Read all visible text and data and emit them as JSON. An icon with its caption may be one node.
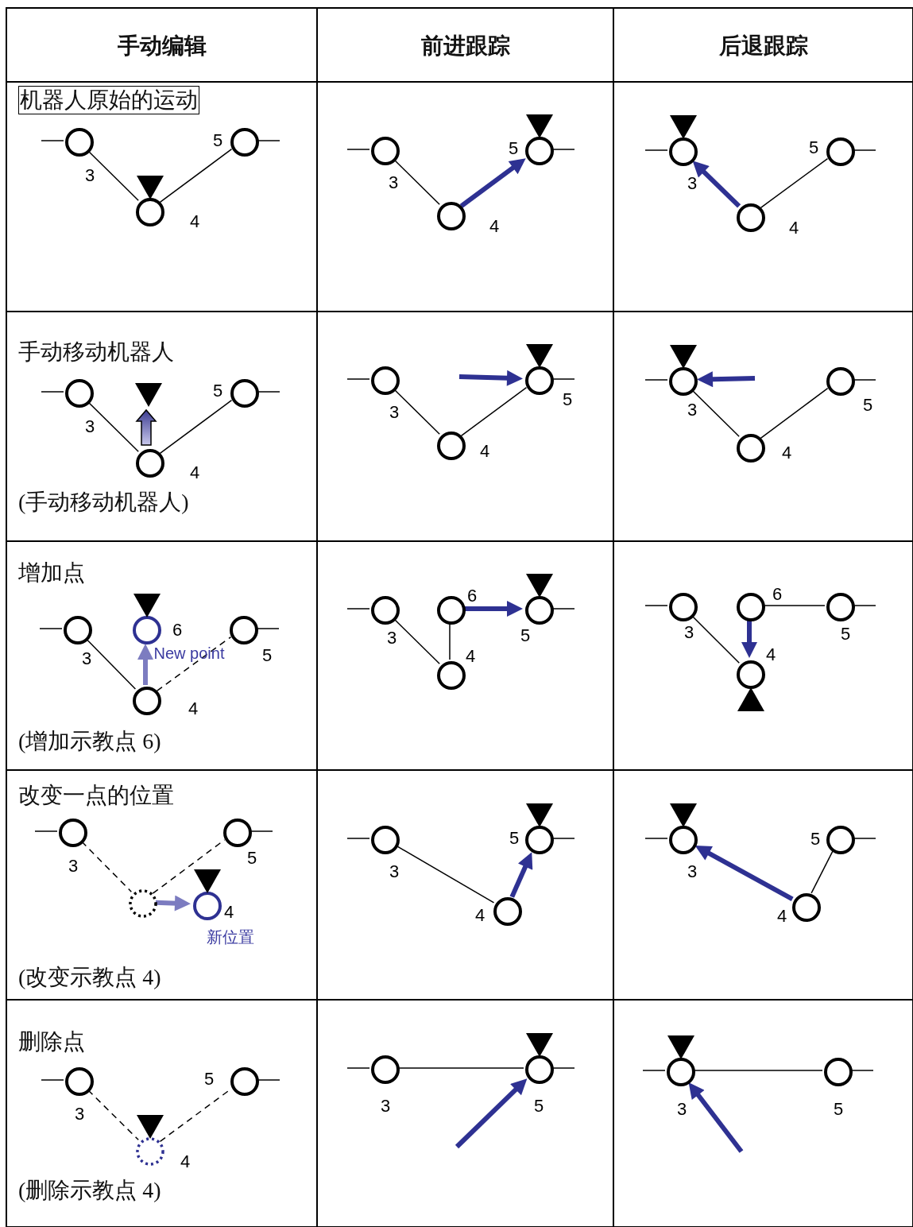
{
  "diagram": {
    "nodes": [
      {
        "text": [
          "手动编辑"
        ]
      },
      {
        "text": [
          "前进跟踪"
        ]
      },
      {
        "text": [
          "后退跟踪"
        ]
      },
      {
        "text": [
          "机器人原始的运动"
        ]
      },
      {
        "text": [],
        "shape": "circle",
        "in": 3,
        "beside": [
          "3"
        ]
      },
      {
        "text": [],
        "shape": "circle",
        "in": 3,
        "beside": [
          "4"
        ]
      },
      {
        "text": [],
        "shape": "circle",
        "in": 3,
        "beside": [
          "5"
        ]
      },
      {
        "text": [],
        "shape": "box"
      },
      {
        "text": [],
        "shape": "circle",
        "in": 7,
        "beside": [
          "3"
        ]
      },
      {
        "text": [],
        "shape": "circle",
        "in": 7,
        "beside": [
          "4"
        ]
      },
      {
        "text": [],
        "shape": "circle",
        "in": 7,
        "beside": [
          "5"
        ]
      },
      {
        "text": [],
        "shape": "box"
      },
      {
        "text": [],
        "shape": "circle",
        "in": 11,
        "beside": [
          "3"
        ]
      },
      {
        "text": [],
        "shape": "circle",
        "in": 11,
        "beside": [
          "4"
        ]
      },
      {
        "text": [],
        "shape": "circle",
        "in": 11,
        "beside": [
          "5"
        ]
      },
      {
        "text": [
          "手动移动机器人",
          "(手动移动机器人)"
        ]
      },
      {
        "text": [],
        "shape": "circle",
        "in": 15,
        "beside": [
          "3"
        ]
      },
      {
        "text": [],
        "shape": "circle",
        "in": 15,
        "beside": [
          "4"
        ]
      },
      {
        "text": [],
        "shape": "circle",
        "in": 15,
        "beside": [
          "5"
        ]
      },
      {
        "text": [],
        "shape": "box"
      },
      {
        "text": [],
        "shape": "circle",
        "in": 19,
        "beside": [
          "3"
        ]
      },
      {
        "text": [],
        "shape": "circle",
        "in": 19,
        "beside": [
          "4"
        ]
      },
      {
        "text": [],
        "shape": "circle",
        "in": 19,
        "beside": [
          "5"
        ]
      },
      {
        "text": [],
        "shape": "box"
      },
      {
        "text": [],
        "shape": "circle",
        "in": 23,
        "beside": [
          "3"
        ]
      },
      {
        "text": [],
        "shape": "circle",
        "in": 23,
        "beside": [
          "4"
        ]
      },
      {
        "text": [],
        "shape": "circle",
        "in": 23,
        "beside": [
          "5"
        ]
      },
      {
        "text": [
          "增加点",
          "(增加示教点 6)"
        ]
      },
      {
        "text": [],
        "shape": "circle",
        "in": 27,
        "beside": [
          "3"
        ]
      },
      {
        "text": [],
        "shape": "circle",
        "in": 27,
        "beside": [
          "6",
          "New point"
        ]
      },
      {
        "text": [],
        "shape": "circle",
        "in": 27,
        "beside": [
          "5"
        ]
      },
      {
        "text": [],
        "shape": "circle",
        "in": 27,
        "beside": [
          "4"
        ]
      },
      {
        "text": [],
        "shape": "box"
      },
      {
        "text": [],
        "shape": "circle",
        "in": 32,
        "beside": [
          "3"
        ]
      },
      {
        "text": [],
        "shape": "circle",
        "in": 32,
        "beside": [
          "6"
        ]
      },
      {
        "text": [],
        "shape": "circle",
        "in": 32,
        "beside": [
          "5"
        ]
      },
      {
        "text": [],
        "shape": "circle",
        "in": 32,
        "beside": [
          "4"
        ]
      },
      {
        "text": [],
        "shape": "box"
      },
      {
        "text": [],
        "shape": "circle",
        "in": 37,
        "beside": [
          "3"
        ]
      },
      {
        "text": [],
        "shape": "circle",
        "in": 37,
        "beside": [
          "6"
        ]
      },
      {
        "text": [],
        "shape": "circle",
        "in": 37,
        "beside": [
          "5"
        ]
      },
      {
        "text": [],
        "shape": "circle",
        "in": 37,
        "beside": [
          "4"
        ]
      },
      {
        "text": [
          "改变一点的位置",
          "(改变示教点 4)"
        ]
      },
      {
        "text": [],
        "shape": "circle",
        "in": 42,
        "beside": [
          "3"
        ]
      },
      {
        "text": [],
        "shape": "circle",
        "in": 42,
        "beside": [
          "5"
        ]
      },
      {
        "text": [],
        "shape": "circle",
        "in": 42
      },
      {
        "text": [],
        "shape": "circle",
        "in": 42,
        "beside": [
          "4",
          "新位置"
        ]
      },
      {
        "text": [],
        "shape": "box"
      },
      {
        "text": [],
        "shape": "circle",
        "in": 47,
        "beside": [
          "3"
        ]
      },
      {
        "text": [],
        "shape": "circle",
        "in": 47,
        "beside": [
          "5"
        ]
      },
      {
        "text": [],
        "shape": "circle",
        "in": 47,
        "beside": [
          "4"
        ]
      },
      {
        "text": [],
        "shape": "box"
      },
      {
        "text": [],
        "shape": "circle",
        "in": 51,
        "beside": [
          "3"
        ]
      },
      {
        "text": [],
        "shape": "circle",
        "in": 51,
        "beside": [
          "5"
        ]
      },
      {
        "text": [],
        "shape": "circle",
        "in": 51,
        "beside": [
          "4"
        ]
      },
      {
        "text": [
          "删除点",
          "(删除示教点 4)"
        ]
      },
      {
        "text": [],
        "shape": "circle",
        "in": 55,
        "beside": [
          "3"
        ]
      },
      {
        "text": [],
        "shape": "circle",
        "in": 55,
        "beside": [
          "5"
        ]
      },
      {
        "text": [],
        "shape": "circle",
        "in": 55,
        "beside": [
          "4"
        ]
      },
      {
        "text": [],
        "shape": "box"
      },
      {
        "text": [],
        "shape": "circle",
        "in": 59,
        "beside": [
          "3"
        ]
      },
      {
        "text": [],
        "shape": "circle",
        "in": 59,
        "beside": [
          "5"
        ]
      },
      {
        "text": [],
        "shape": "box"
      },
      {
        "text": [],
        "shape": "circle",
        "in": 62,
        "beside": [
          "3"
        ]
      },
      {
        "text": [],
        "shape": "circle",
        "in": 62,
        "beside": [
          "5"
        ]
      }
    ],
    "edges": [
      {
        "from": 4,
        "to": 5,
        "arrow": "none"
      },
      {
        "from": 5,
        "to": 6,
        "arrow": "none"
      },
      {
        "from": 8,
        "to": 9,
        "arrow": "none"
      },
      {
        "from": 9,
        "to": 10,
        "arrow": "to",
        "style": "thick",
        "color": "#2e3192"
      },
      {
        "from": 13,
        "to": 14,
        "arrow": "none"
      },
      {
        "from": 13,
        "to": 12,
        "arrow": "to",
        "style": "thick",
        "color": "#2e3192"
      },
      {
        "from": 16,
        "to": 17,
        "arrow": "none"
      },
      {
        "from": 17,
        "to": 18,
        "arrow": "none"
      },
      {
        "from": 20,
        "to": 21,
        "arrow": "none"
      },
      {
        "from": 21,
        "to": 22,
        "arrow": "none"
      },
      {
        "from": null,
        "to": 22,
        "arrow": "to",
        "style": "thick",
        "color": "#2e3192"
      },
      {
        "from": 24,
        "to": 25,
        "arrow": "none"
      },
      {
        "from": 25,
        "to": 26,
        "arrow": "none"
      },
      {
        "from": null,
        "to": 24,
        "arrow": "to",
        "style": "thick",
        "color": "#2e3192"
      },
      {
        "from": 28,
        "to": 31,
        "arrow": "none"
      },
      {
        "from": 31,
        "to": 30,
        "arrow": "none",
        "style": "dashed"
      },
      {
        "from": 31,
        "to": 29,
        "arrow": "to",
        "style": "thick",
        "color": "#7c7cc0"
      },
      {
        "from": 33,
        "to": 36,
        "arrow": "none"
      },
      {
        "from": 36,
        "to": 34,
        "arrow": "none"
      },
      {
        "from": 34,
        "to": 35,
        "arrow": "to",
        "style": "thick",
        "color": "#2e3192"
      },
      {
        "from": 38,
        "to": 41,
        "arrow": "none"
      },
      {
        "from": 39,
        "to": 40,
        "arrow": "none"
      },
      {
        "from": 39,
        "to": 41,
        "arrow": "to",
        "style": "thick",
        "color": "#2e3192"
      },
      {
        "from": 43,
        "to": 45,
        "arrow": "none",
        "style": "dashed"
      },
      {
        "from": 45,
        "to": 44,
        "arrow": "none",
        "style": "dashed"
      },
      {
        "from": 45,
        "to": 46,
        "arrow": "to",
        "style": "thick",
        "color": "#7c7cc0"
      },
      {
        "from": 48,
        "to": 50,
        "arrow": "none"
      },
      {
        "from": 50,
        "to": 49,
        "arrow": "to",
        "style": "thick",
        "color": "#2e3192"
      },
      {
        "from": 54,
        "to": 53,
        "arrow": "none"
      },
      {
        "from": 54,
        "to": 52,
        "arrow": "to",
        "style": "thick",
        "color": "#2e3192"
      },
      {
        "from": 56,
        "to": 58,
        "arrow": "none",
        "style": "dashed"
      },
      {
        "from": 58,
        "to": 57,
        "arrow": "none",
        "style": "dashed"
      },
      {
        "from": 60,
        "to": 61,
        "arrow": "none"
      },
      {
        "from": 63,
        "to": 64,
        "arrow": "none"
      },
      {
        "from": null,
        "to": 61,
        "arrow": "to",
        "style": "thick",
        "color": "#2e3192"
      },
      {
        "from": null,
        "to": 63,
        "arrow": "to",
        "style": "thick",
        "color": "#2e3192"
      }
    ]
  }
}
